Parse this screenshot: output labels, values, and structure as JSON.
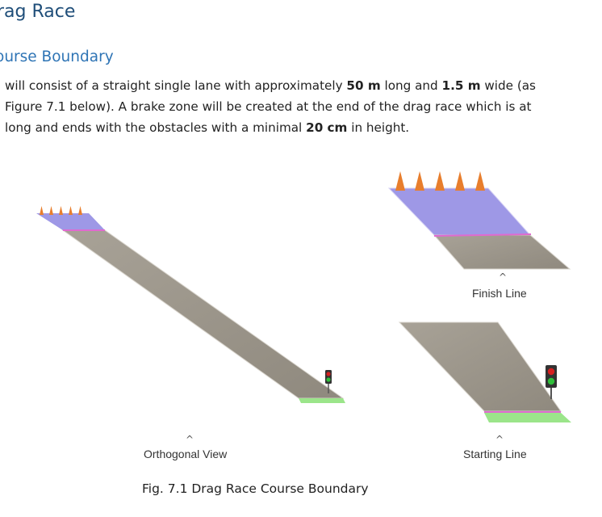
{
  "heading": "rag Race",
  "subheading": "ourse Boundary",
  "paragraph": {
    "line1": {
      "pre": " will consist of a straight single lane with approximately ",
      "b1": "50 m",
      "mid": " long and ",
      "b2": "1.5 m",
      "post": " wide (as"
    },
    "line2": "Figure 7.1 below). A brake zone will be created at the end of the drag race which is at",
    "line3": {
      "pre": "long and ends with the obstacles with a minimal ",
      "b1": "20 cm",
      "post": " in height."
    }
  },
  "figure": {
    "views": {
      "orthogonal": {
        "label": "Orthogonal View",
        "caret": "^"
      },
      "finish": {
        "label": "Finish Line",
        "caret": "^"
      },
      "start": {
        "label": "Starting Line",
        "caret": "^"
      }
    },
    "caption": "Fig. 7.1 Drag Race Course Boundary",
    "colors": {
      "lane": "#9c968b",
      "brake_zone": "#9e98e6",
      "finish_line": "#e06ad0",
      "start_zone": "#9be58a",
      "cone": "#e87e2d",
      "traffic_light_red": "#d62020",
      "traffic_light_green": "#2fbf3a",
      "traffic_light_body": "#333333"
    },
    "icons": [
      "cone-icon",
      "traffic-light-icon"
    ]
  }
}
